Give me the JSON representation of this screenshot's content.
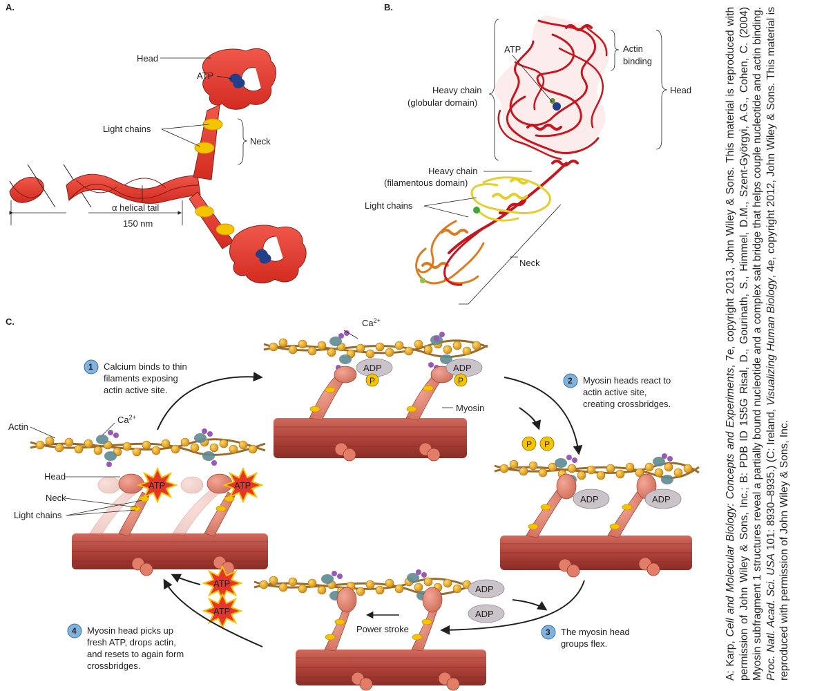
{
  "panels": {
    "a": "A.",
    "b": "B.",
    "c": "C."
  },
  "panel_a": {
    "head": "Head",
    "atp": "ATP",
    "light_chains": "Light chains",
    "neck": "Neck",
    "tail": "α helical tail",
    "length": "150 nm"
  },
  "panel_b": {
    "atp": "ATP",
    "actin_binding_1": "Actin",
    "actin_binding_2": "binding",
    "head": "Head",
    "heavy_globular_1": "Heavy chain",
    "heavy_globular_2": "(globular domain)",
    "heavy_filamentous_1": "Heavy chain",
    "heavy_filamentous_2": "(filamentous domain)",
    "light_chains": "Light chains",
    "neck": "Neck"
  },
  "panel_c": {
    "actin": "Actin",
    "ca_1": "Ca",
    "ca_2": "Ca",
    "ca_sup": "2+",
    "head": "Head",
    "neck": "Neck",
    "light_chains": "Light chains",
    "myosin": "Myosin",
    "atp": "ATP",
    "adp": "ADP",
    "p": "P",
    "power_stroke": "Power stroke",
    "step1_num": "1",
    "step1_l1": "Calcium binds to thin",
    "step1_l2": "filaments exposing",
    "step1_l3": "actin active site.",
    "step2_num": "2",
    "step2_l1": "Myosin heads react to",
    "step2_l2": "actin active site,",
    "step2_l3": "creating crossbridges.",
    "step3_num": "3",
    "step3_l1": "The myosin head",
    "step3_l2": "groups flex.",
    "step4_num": "4",
    "step4_l1": "Myosin head picks up",
    "step4_l2": "fresh ATP, drops actin,",
    "step4_l3": "and resets to again form",
    "step4_l4": "crossbridges."
  },
  "credit": {
    "p1": "A: Karp, ",
    "p2": "Cell and Molecular Biology: Concepts and Experiments",
    "p3": ", 7e, copyright 2013, John Wiley & Sons. This material is reproduced with permission of John Wiley & Sons, Inc.; B: PDB ID 1S5G Risal, D., Gourinath, S., Himmel, D.M., Szent-Györgyi, A.G., Cohen, C. (2004) Myosin subfragment 1 structures reveal a partially bound nucleotide and a complex salt bridge that helps couple nucleotide and actin binding. ",
    "p4": "Proc. Natl. Acad. Sci. USA",
    "p5": " 101: 8930–8935.) (C: Ireland, ",
    "p6": "Visualizing Human Biology",
    "p7": ", 4e, copyright 2012, John Wiley & Sons. This material is reproduced with permission of John Wiley & Sons, Inc."
  },
  "colors": {
    "myosin_red": "#e8352a",
    "myosin_dark": "#b8231c",
    "light_chain": "#f5c400",
    "atp_blue": "#22408a",
    "ribbon_red": "#c8161e",
    "ribbon_yellow": "#e6cf2a",
    "ribbon_orange": "#e07a1f",
    "muscle": "#b0433a",
    "actin_bead": "#e8a923",
    "actin_strand": "#9b6b2b",
    "step_badge": "#7fb2dc",
    "adp_oval": "#cbc3ca",
    "atp_star": "#e8352a"
  },
  "icons": [
    "myosin-molecule",
    "ribbon-structure",
    "actin-filament",
    "thick-filament",
    "atp-starburst",
    "cycle-arrow"
  ]
}
